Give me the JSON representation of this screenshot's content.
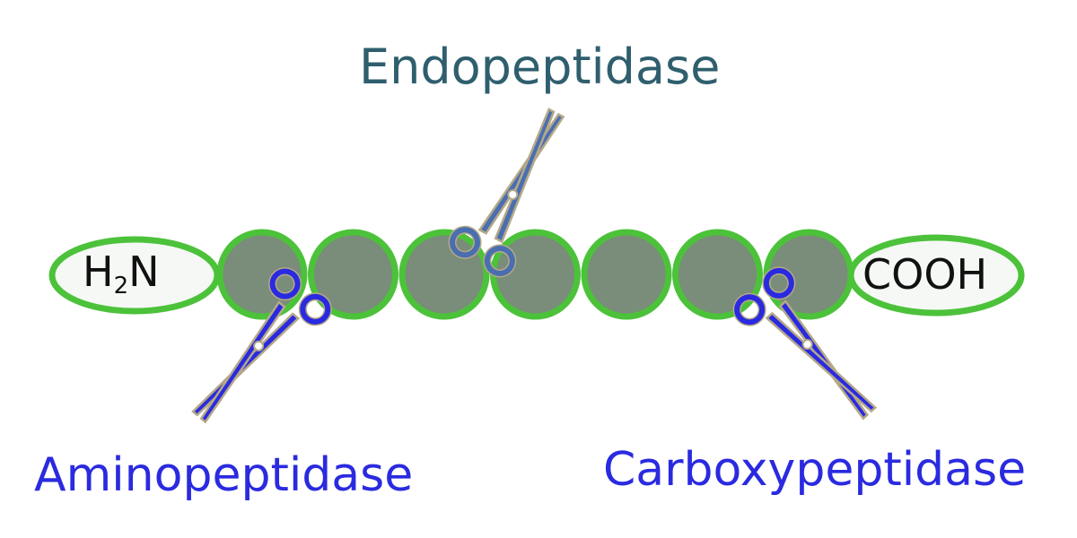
{
  "labels": {
    "endopeptidase": "Endopeptidase",
    "aminopeptidase": "Aminopeptidase",
    "carboxypeptidase": "Carboxypeptidase"
  },
  "n_terminus": {
    "prefix": "H",
    "subscript": "2",
    "suffix": "N"
  },
  "c_terminus": "COOH",
  "residue_count": 7,
  "colors": {
    "residue_fill": "#7a8c7a",
    "residue_stroke": "#4cc23a",
    "terminus_fill": "#f5f8f5",
    "endo_label": "#2f5f6e",
    "exo_label": "#2a2ae0",
    "scissors_endo": "#4a6fb0",
    "scissors_exo": "#2a2ae0",
    "scissors_outline": "#b5a888"
  },
  "icons": [
    "scissors-icon"
  ]
}
